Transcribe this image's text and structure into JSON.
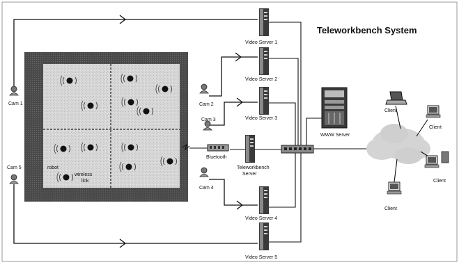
{
  "title": "Teleworkbench System",
  "arena": {
    "robot_label": "robot",
    "wireless_label_line1": "wireless",
    "wireless_label_line2": "link"
  },
  "cameras": [
    {
      "label": "Cam 1"
    },
    {
      "label": "Cam 2"
    },
    {
      "label": "Cam 3"
    },
    {
      "label": "Cam 4"
    },
    {
      "label": "Cam 5"
    }
  ],
  "video_servers": [
    {
      "label": "Video Server 1"
    },
    {
      "label": "Video Server 2"
    },
    {
      "label": "Video Server 3"
    },
    {
      "label": "Video Server 4"
    },
    {
      "label": "Video Server 5"
    }
  ],
  "bluetooth_label": "Bluetooth",
  "teleworkbench_server_line1": "Teleworkbench",
  "teleworkbench_server_line2": "Server",
  "www_server_label": "WWW Server",
  "clients": [
    {
      "label": "Client"
    },
    {
      "label": "Client"
    },
    {
      "label": "Client"
    },
    {
      "label": "Client"
    }
  ],
  "colors": {
    "line": "#111111",
    "arena_border": "#4a4a4a",
    "arena_floor": "#d9d9d9",
    "divider": "#555555",
    "cloud": "#d4d4d4"
  }
}
